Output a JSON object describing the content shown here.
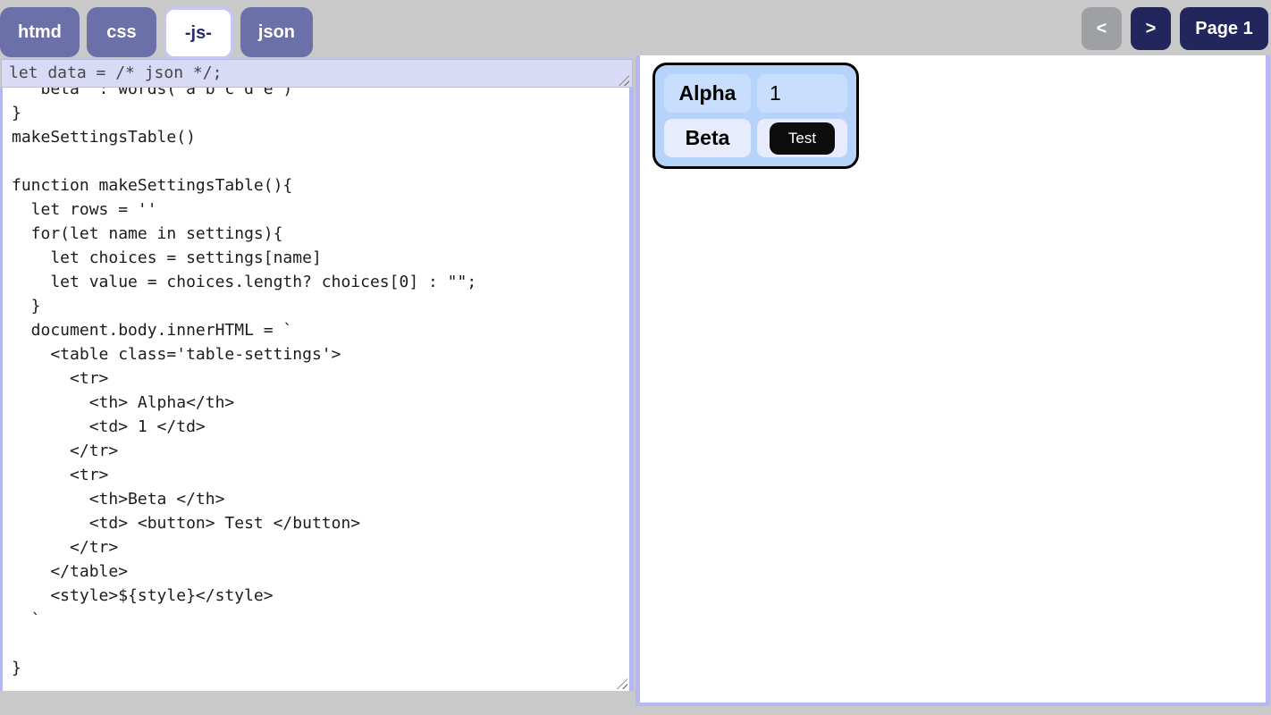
{
  "tabs": [
    {
      "label": "htmd",
      "active": false
    },
    {
      "label": "css",
      "active": false
    },
    {
      "label": "-js-",
      "active": true
    },
    {
      "label": "json",
      "active": false
    }
  ],
  "pager": {
    "prev_label": "<",
    "next_label": ">",
    "page_label": "Page 1"
  },
  "editor": {
    "pinned_line": "let data = /* json */;",
    "code": "  'beta' : words('a b c d e')\n}\nmakeSettingsTable()\n\nfunction makeSettingsTable(){\n  let rows = ''\n  for(let name in settings){\n    let choices = settings[name]\n    let value = choices.length? choices[0] : \"\";\n  }\n  document.body.innerHTML = `\n    <table class='table-settings'>\n      <tr>\n        <th> Alpha</th>\n        <td> 1 </td>\n      </tr>\n      <tr>\n        <th>Beta </th>\n        <td> <button> Test </button>\n      </tr>\n    </table>\n    <style>${style}</style>\n  `\n\n}"
  },
  "preview": {
    "settings_table": {
      "rows": [
        {
          "name": "Alpha",
          "value": "1",
          "control": "text"
        },
        {
          "name": "Beta",
          "value": "Test",
          "control": "button"
        }
      ]
    }
  },
  "colors": {
    "page_background": "#c9c9c9",
    "tab_inactive": "#6b70a8",
    "tab_active_text": "#282c73",
    "nav_navy": "#23265c",
    "nav_disabled_gray": "#9fa0a3",
    "editor_border": "#b4b8ee",
    "pinned_line_background": "#d8daf6",
    "table_card_background": "#b5d3fb",
    "table_row1_cell": "#c9ddfc",
    "table_row2_cell": "#e8ebfc",
    "test_button_background": "#0d0d0d"
  }
}
